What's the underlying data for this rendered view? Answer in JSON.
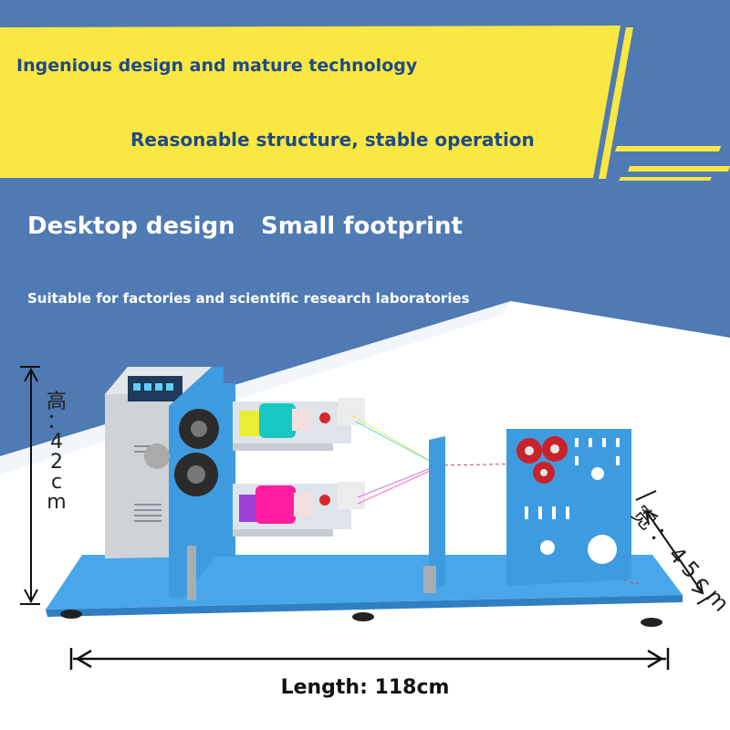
{
  "headline_primary": "Ingenious design and mature technology",
  "headline_secondary": "Reasonable structure, stable operation",
  "features": [
    "Desktop design",
    "Small footprint"
  ],
  "subtitle": "Suitable for factories and scientific research laboratories",
  "dimensions": {
    "height_label": "高：42cm",
    "height_chars": [
      "高",
      "：",
      "4",
      "2",
      "c",
      "m"
    ],
    "width_label": "宽：45cm",
    "length_label": "Length: 118cm"
  },
  "colors": {
    "banner_yellow": "#f9e743",
    "background_blue": "#4f7ab3",
    "machine_blue": "#3d9be0",
    "headline_text": "#1f4a86"
  }
}
